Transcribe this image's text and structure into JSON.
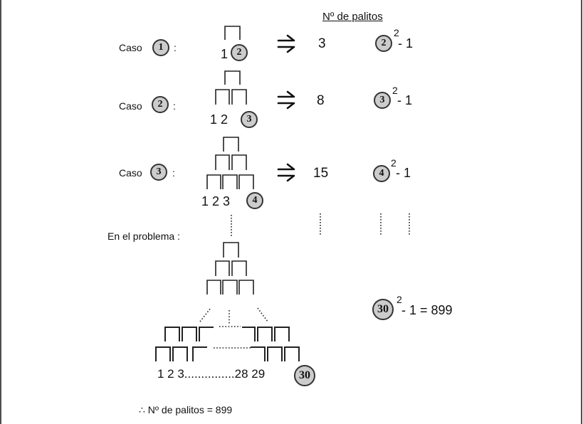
{
  "header": "Nº de palitos",
  "cases": [
    {
      "label": "Caso",
      "n": "1",
      "colon": ":",
      "seq": "1",
      "last": "2",
      "count": "3",
      "base": "2",
      "exp": "2",
      "minus": "- 1"
    },
    {
      "label": "Caso",
      "n": "2",
      "colon": ":",
      "seq": "1  2",
      "last": "3",
      "count": "8",
      "base": "3",
      "exp": "2",
      "minus": "- 1"
    },
    {
      "label": "Caso",
      "n": "3",
      "colon": ":",
      "seq": "1  2  3",
      "last": "4",
      "count": "15",
      "base": "4",
      "exp": "2",
      "minus": "- 1"
    }
  ],
  "problem": {
    "label": "En el problema :",
    "seq": "1  2   3...............28 29",
    "last": "30",
    "base": "30",
    "exp": "2",
    "result": "- 1 = 899"
  },
  "conclusion": "∴ Nº de palitos = 899",
  "icons": {
    "implies": "double-right-arrow-icon",
    "therefore": "therefore-icon"
  }
}
